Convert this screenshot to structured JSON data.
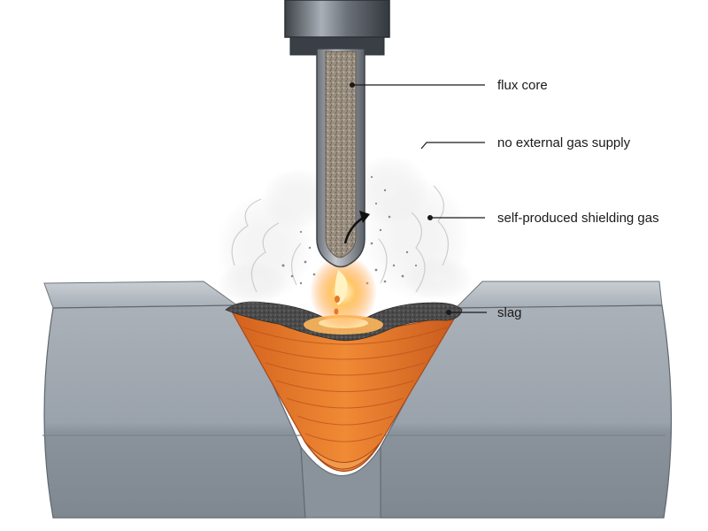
{
  "labels": {
    "flux_core": "flux core",
    "no_external_gas": "no external gas supply",
    "shielding_gas": "self-produced shielding gas",
    "slag": "slag"
  },
  "colors": {
    "pipe_metal": "#9aa3ad",
    "pipe_dark": "#5f6770",
    "weld_bead": "#e8772a",
    "weld_bead_dark": "#b8501a",
    "slag": "#4a4a4a",
    "flux_core": "#8a7e6e",
    "arc_glow": "#ffb347",
    "shielding_gas": "#e6e6e6",
    "leader_line": "#1a1a1a"
  }
}
